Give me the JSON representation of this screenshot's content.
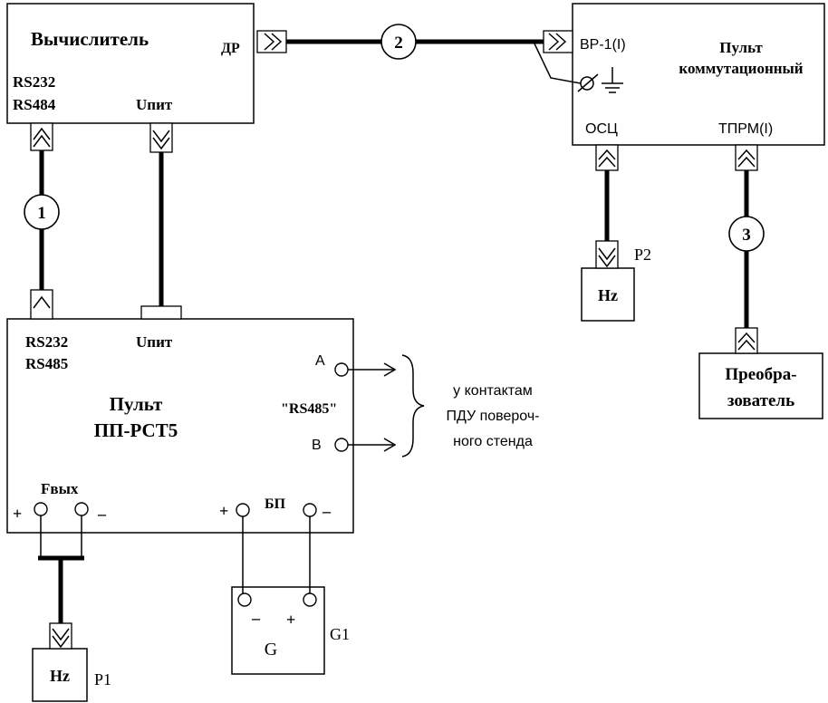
{
  "computer": {
    "title": "Вычислитель",
    "port_rs": [
      "RS232",
      "RS484"
    ],
    "port_power": "Uпит",
    "port_dr": "ДР"
  },
  "switch_panel": {
    "title": [
      "Пульт",
      "коммутационный"
    ],
    "port_br": "ВР-1(I)",
    "port_osc": "ОСЦ",
    "port_tprm": "ТПРМ(I)"
  },
  "main_panel": {
    "title": [
      "Пульт",
      "ПП-РСТ5"
    ],
    "port_rs": [
      "RS232",
      "RS485"
    ],
    "port_power": "Uпит",
    "rs485_label": "\"RS485\"",
    "terminal_a": "A",
    "terminal_b": "B",
    "fout_label": "Fвых",
    "bp_label": "БП",
    "plus": "+",
    "minus": "–"
  },
  "side_note": [
    "у контактам",
    "ПДУ повероч-",
    "ного стенда"
  ],
  "converter": [
    "Преобра-",
    "зователь"
  ],
  "meter_p2": {
    "text": "Hz",
    "label": "P2"
  },
  "meter_p1": {
    "text": "Hz",
    "label": "P1"
  },
  "generator": {
    "text": "G",
    "label": "G1",
    "minus": "–",
    "plus": "+"
  },
  "cables": {
    "c1": "1",
    "c2": "2",
    "c3": "3"
  }
}
